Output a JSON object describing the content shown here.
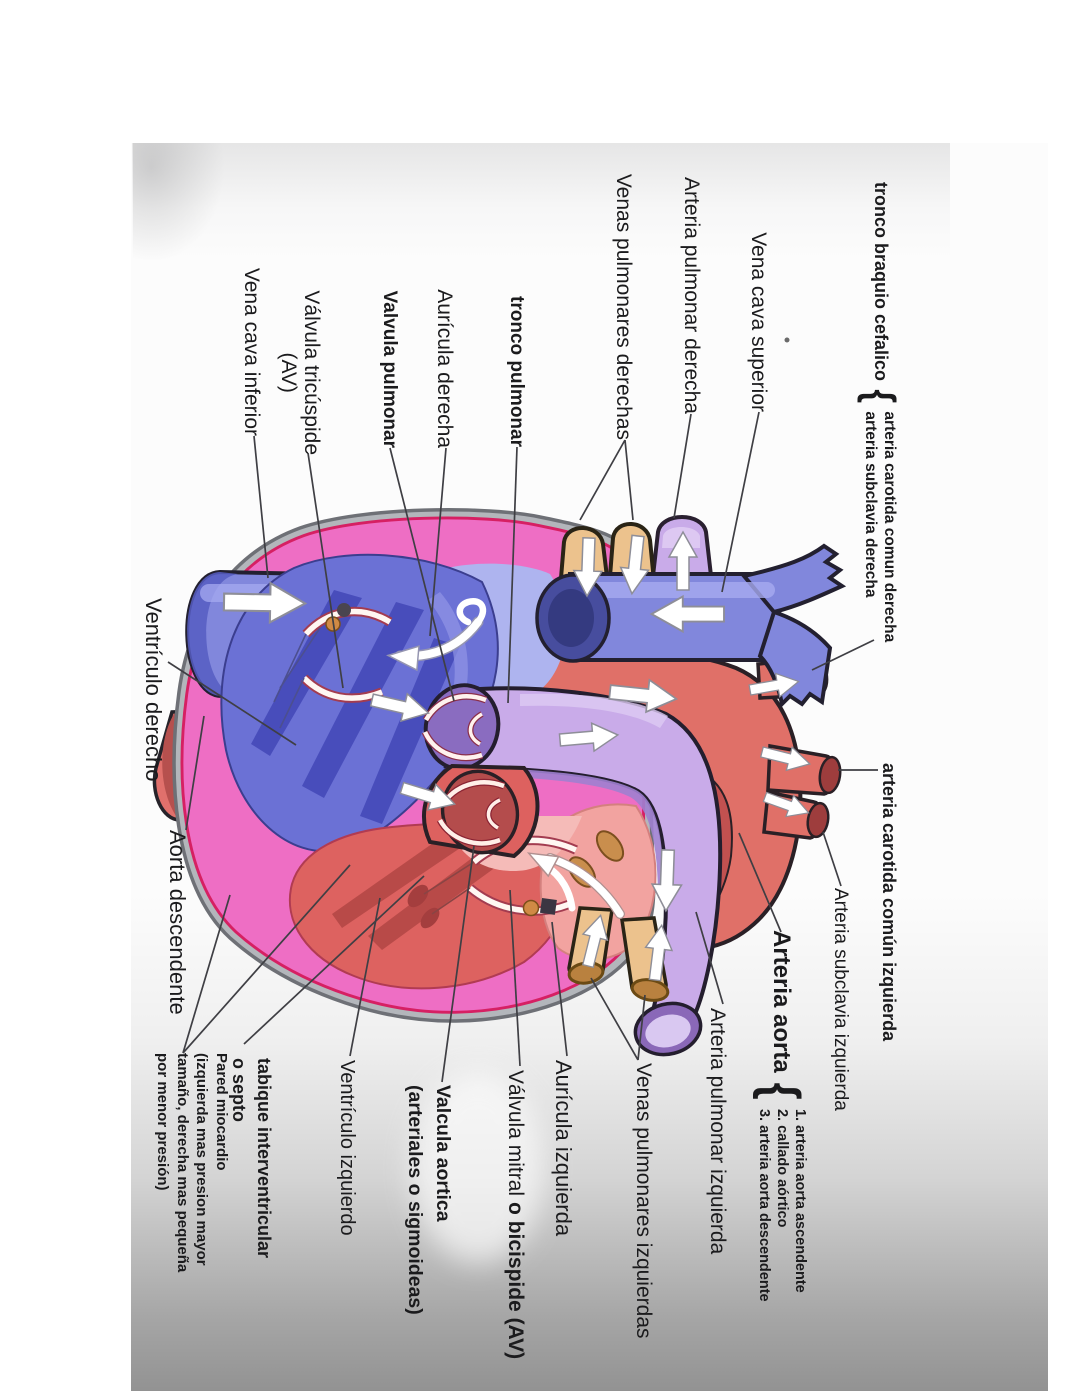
{
  "palette": {
    "myocardium_pink": "#ee6ec4",
    "rim_gray": "#b3b6bb",
    "rim_dark": "#6e7076",
    "inner_crimson": "#d62063",
    "right_heart_blue": "#8187dc",
    "ventricle_blue": "#6b71d5",
    "atrium_blue": "#aeb4ef",
    "left_heart_red": "#dd6260",
    "atrium_salmon": "#f2a3a0",
    "aorta_red": "#e07068",
    "pulmonary_lavender": "#c9abe9",
    "vein_tan": "#ecc28d",
    "outline_dark": "#26232e",
    "label_text": "#1b1b1d",
    "leader_line": "#3f3f44",
    "arrow_white": "#ffffff"
  },
  "braces": {
    "group_left": "{",
    "group_right": "{"
  },
  "labels": {
    "left": {
      "tronco_title": "tronco braquio cefalico",
      "tronco_sub1": "arteria carotida comun derecha",
      "tronco_sub2": "arteria subclavia derecha",
      "vena_cava_superior": "Vena cava superior",
      "arteria_pulmonar_derecha": "Arteria pulmonar derecha",
      "venas_pulmonares_derechas": "Venas pulmonares derechas",
      "tronco_pulmonar": "tronco pulmonar",
      "auricula_derecha": "Aurícula derecha",
      "valvula_pulmonar": "Valvula pulmonar",
      "valvula_tricuspide_l1": "Válvula tricúspide",
      "valvula_tricuspide_l2": "(AV)",
      "vena_cava_inferior": "Vena cava inferior",
      "ventriculo_derecho": "Ventrículo derecho",
      "aorta_descendente": "Aorta descendente"
    },
    "right": {
      "carotida_comun_izquierda": "arteria carotida común izquierda",
      "subclavia_izquierda": "Arteria subclavia izquierda",
      "arteria_aorta": "Arteria aorta",
      "aorta_item1": "1. arteria aorta ascendente",
      "aorta_item2": "2. callado aórtico",
      "aorta_item3": "3. arteria aorta descendente",
      "arteria_pulmonar_izquierda": "Arteria pulmonar izquierda",
      "venas_pulmonares_izquierdas": "Venas pulmonares izquierdas",
      "auricula_izquierda": "Aurícula izquierda",
      "valvula_mitral_regular": "Válvula mitral",
      "valvula_mitral_bold": "o bicispide (AV)",
      "valcula_aortica_l1": "Valcula aortica",
      "valcula_aortica_l2": "(arteriales o sigmoideas)",
      "ventriculo_izquierdo": "Ventrículo izquierdo",
      "tabique_l1": "tabique interventricular",
      "tabique_l2": "o septo",
      "pared_l1": "Pared miocardio",
      "pared_l2": "(izquierda mas presion mayor",
      "pared_l3": "tamaño, derecha mas pequeña",
      "pared_l4": "por menor presión)"
    }
  }
}
